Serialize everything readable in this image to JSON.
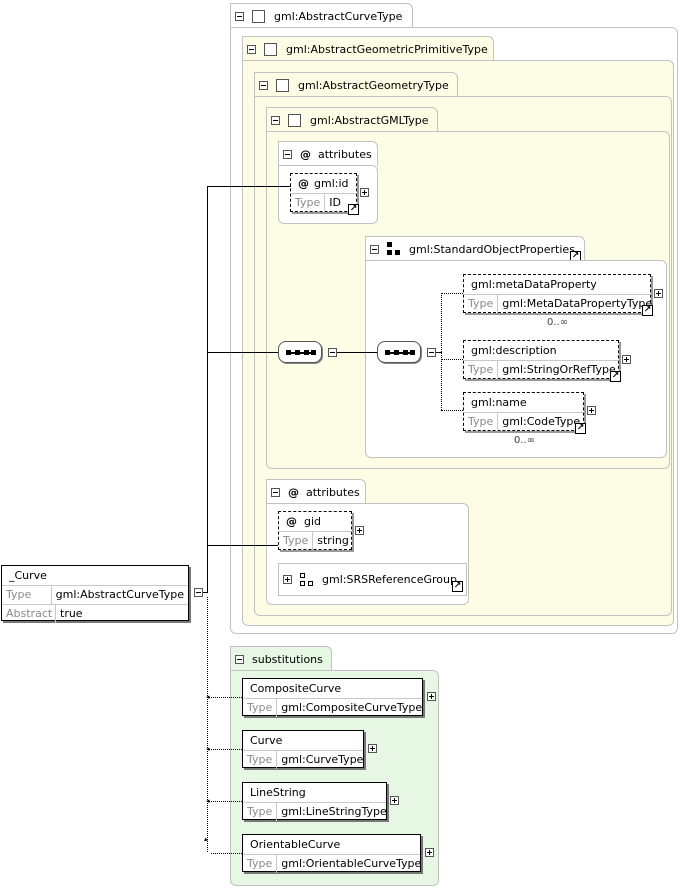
{
  "root": {
    "name": "_Curve",
    "rows": [
      {
        "key": "Type",
        "value": "gml:AbstractCurveType"
      },
      {
        "key": "Abstract",
        "value": "true"
      }
    ]
  },
  "types": {
    "abstract_curve": "gml:AbstractCurveType",
    "abstract_geometric_primitive": "gml:AbstractGeometricPrimitiveType",
    "abstract_geometry": "gml:AbstractGeometryType",
    "abstract_gml": "gml:AbstractGMLType"
  },
  "attributes_label": "attributes",
  "attr_symbol": "@",
  "id_attr": {
    "name": "gml:id",
    "type_key": "Type",
    "type_value": "ID"
  },
  "gid_attr": {
    "name": "gid",
    "type_key": "Type",
    "type_value": "string"
  },
  "srs_group": "gml:SRSReferenceGroup",
  "standard_props": {
    "label": "gml:StandardObjectProperties",
    "elements": [
      {
        "name": "gml:metaDataProperty",
        "type_key": "Type",
        "type_value": "gml:MetaDataPropertyType",
        "occ": "0..∞"
      },
      {
        "name": "gml:description",
        "type_key": "Type",
        "type_value": "gml:StringOrRefType"
      },
      {
        "name": "gml:name",
        "type_key": "Type",
        "type_value": "gml:CodeType",
        "occ": "0..∞"
      }
    ]
  },
  "substitutions": {
    "label": "substitutions",
    "items": [
      {
        "name": "CompositeCurve",
        "type_key": "Type",
        "type_value": "gml:CompositeCurveType"
      },
      {
        "name": "Curve",
        "type_key": "Type",
        "type_value": "gml:CurveType"
      },
      {
        "name": "LineString",
        "type_key": "Type",
        "type_value": "gml:LineStringType"
      },
      {
        "name": "OrientableCurve",
        "type_key": "Type",
        "type_value": "gml:OrientableCurveType"
      }
    ]
  },
  "colors": {
    "yellow_fill": "#fdfde6",
    "green_fill": "#e6f8e4",
    "border": "#c2c2c2"
  }
}
